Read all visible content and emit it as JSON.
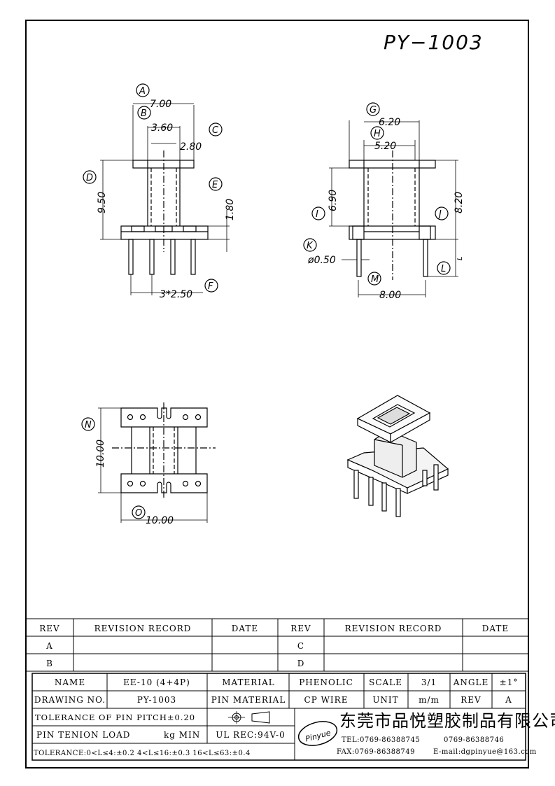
{
  "part_number": "PY−1003",
  "side_view": {
    "labels": [
      "A",
      "B",
      "C",
      "D",
      "E",
      "F"
    ],
    "dims": {
      "A": "7.00",
      "B": "3.60",
      "C": "2.80",
      "D": "9.50",
      "E": "1.80",
      "F": "3*2.50"
    }
  },
  "front_view": {
    "labels": [
      "G",
      "H",
      "I",
      "J",
      "K",
      "L",
      "M"
    ],
    "dims": {
      "G": "6.20",
      "H": "5.20",
      "I": "6.90",
      "J": "8.20",
      "K": "ø0.50",
      "L": "L",
      "M": "8.00"
    }
  },
  "bottom_view": {
    "labels": [
      "N",
      "O"
    ],
    "dims": {
      "N": "10.00",
      "O": "10.00"
    }
  },
  "revision_table": {
    "headers": [
      "REV",
      "REVISION RECORD",
      "DATE",
      "REV",
      "REVISION RECORD",
      "DATE"
    ],
    "rows": [
      [
        "A",
        "",
        "",
        "C",
        "",
        ""
      ],
      [
        "B",
        "",
        "",
        "D",
        "",
        ""
      ]
    ]
  },
  "title_block": {
    "name_label": "NAME",
    "name_value": "EE-10 (4+4P)",
    "material_label": "MATERIAL",
    "material_value": "PHENOLIC",
    "scale_label": "SCALE",
    "scale_value": "3/1",
    "angle_label": "ANGLE",
    "angle_value": "±1°",
    "drawing_no_label": "DRAWING NO.",
    "drawing_no_value": "PY-1003",
    "pin_material_label": "PIN MATERIAL",
    "pin_material_value": "CP WIRE",
    "unit_label": "UNIT",
    "unit_value": "m/m",
    "rev_label": "REV",
    "rev_value": "A",
    "tolerance_pitch": "TOLERANCE OF PIN PITCH±0.20",
    "pin_tension_label": "PIN TENION LOAD",
    "pin_tension_value": "kg MIN",
    "ul_rec": "UL REC:94V-0",
    "tolerance_ranges": "TOLERANCE:0<L≤4:±0.2  4<L≤16:±0.3  16<L≤63:±0.4",
    "logo_text": "Pinyue",
    "company_name": "东莞市品悦塑胶制品有限公司",
    "tel": "TEL:0769-86388745",
    "tel2": "0769-86388746",
    "fax": "FAX:0769-86388749",
    "email": "E-mail:dgpinyue@163.com"
  }
}
